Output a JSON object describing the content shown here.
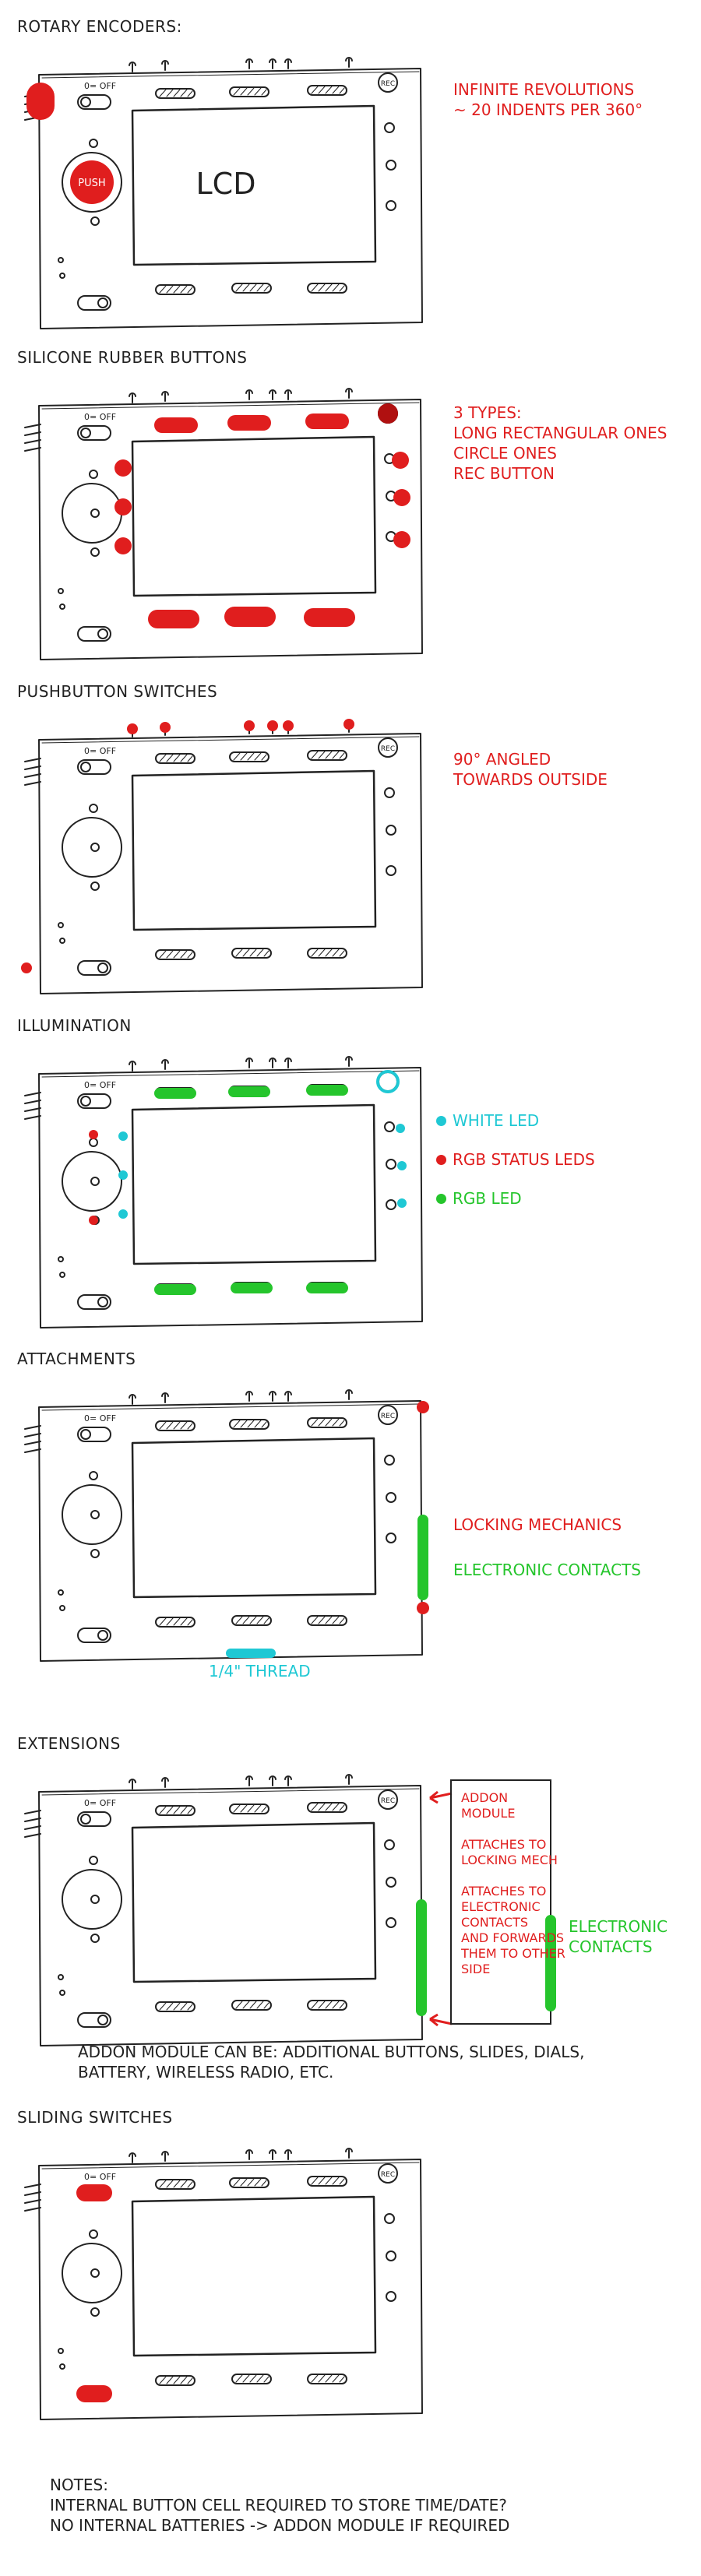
{
  "colors": {
    "red": "#e01e1e",
    "green": "#25c52c",
    "cyan": "#1fc8d4",
    "ink": "#222222"
  },
  "device_labels": {
    "switch_label": "0= OFF",
    "rec_label": "REC",
    "push_label": "PUSH",
    "lcd_label": "LCD"
  },
  "sections": {
    "rotary": {
      "heading": "ROTARY ENCODERS:",
      "notes": [
        "INFINITE REVOLUTIONS",
        "~ 20 INDENTS PER 360°"
      ]
    },
    "buttons": {
      "heading": "SILICONE RUBBER BUTTONS",
      "notes": [
        "3 TYPES:",
        "LONG RECTANGULAR ONES",
        "CIRCLE ONES",
        "REC BUTTON"
      ]
    },
    "pushbuttons": {
      "heading": "PUSHBUTTON SWITCHES",
      "notes": [
        "90° ANGLED",
        "TOWARDS OUTSIDE"
      ]
    },
    "illumination": {
      "heading": "ILLUMINATION",
      "legend": [
        {
          "label": "WHITE LED",
          "color": "cyan"
        },
        {
          "label": "RGB STATUS LEDS",
          "color": "red"
        },
        {
          "label": "RGB LED",
          "color": "green"
        }
      ]
    },
    "attachments": {
      "heading": "ATTACHMENTS",
      "locking": "LOCKING MECHANICS",
      "contacts": "ELECTRONIC CONTACTS",
      "thread": "1/4\" THREAD"
    },
    "extensions": {
      "heading": "EXTENSIONS",
      "module_lines": [
        "ADDON",
        "MODULE",
        "",
        "ATTACHES TO",
        "LOCKING MECH",
        "",
        "ATTACHES TO",
        "ELECTRONIC",
        "CONTACTS",
        "AND FORWARDS",
        "THEM TO OTHER SIDE"
      ],
      "contacts_lines": [
        "ELECTRONIC",
        "CONTACTS"
      ],
      "caption_lines": [
        "ADDON MODULE CAN BE: ADDITIONAL BUTTONS, SLIDES, DIALS,",
        "BATTERY, WIRELESS RADIO, ETC."
      ]
    },
    "sliding": {
      "heading": "SLIDING SWITCHES"
    },
    "notes": {
      "lines": [
        "NOTES:",
        "INTERNAL BUTTON CELL REQUIRED TO STORE TIME/DATE?",
        "NO INTERNAL BATTERIES -> ADDON MODULE IF REQUIRED"
      ]
    }
  }
}
